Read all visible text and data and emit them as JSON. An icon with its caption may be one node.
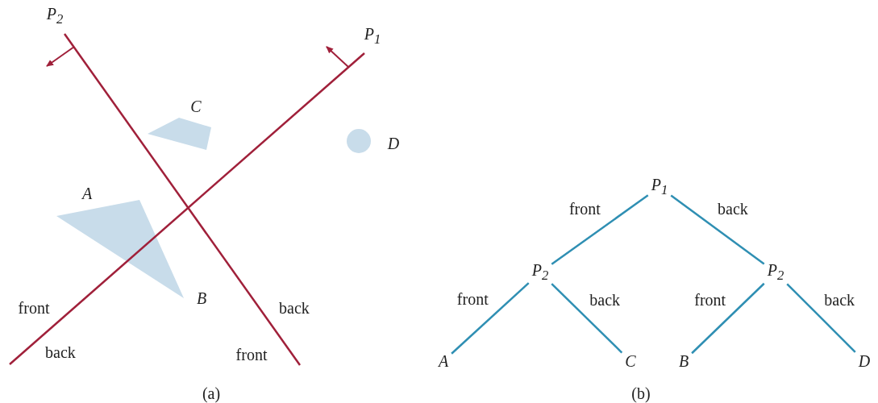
{
  "diagram": {
    "nodes": [
      {
        "text": [
          "P$_{1}$"
        ]
      },
      {
        "text": [
          "P$_{2}$"
        ]
      },
      {
        "text": [
          "P$_{2}$"
        ]
      },
      {
        "text": [
          "A"
        ]
      },
      {
        "text": [
          "C"
        ]
      },
      {
        "text": [
          "B"
        ]
      },
      {
        "text": [
          "D"
        ]
      }
    ],
    "edges": [
      {
        "from": 0,
        "to": 1,
        "arrow": "none",
        "label": "front"
      },
      {
        "from": 0,
        "to": 2,
        "arrow": "none",
        "label": "back"
      },
      {
        "from": 1,
        "to": 3,
        "arrow": "none",
        "label": "front"
      },
      {
        "from": 1,
        "to": 4,
        "arrow": "none",
        "label": "back"
      },
      {
        "from": 2,
        "to": 5,
        "arrow": "none",
        "label": "front"
      },
      {
        "from": 2,
        "to": 6,
        "arrow": "none",
        "label": "back"
      }
    ],
    "labels": [
      "P$_{2}$",
      "P$_{1}$",
      "C",
      "D",
      "A",
      "front",
      "B",
      "back",
      "back",
      "front",
      "(a)",
      "(b)"
    ]
  }
}
